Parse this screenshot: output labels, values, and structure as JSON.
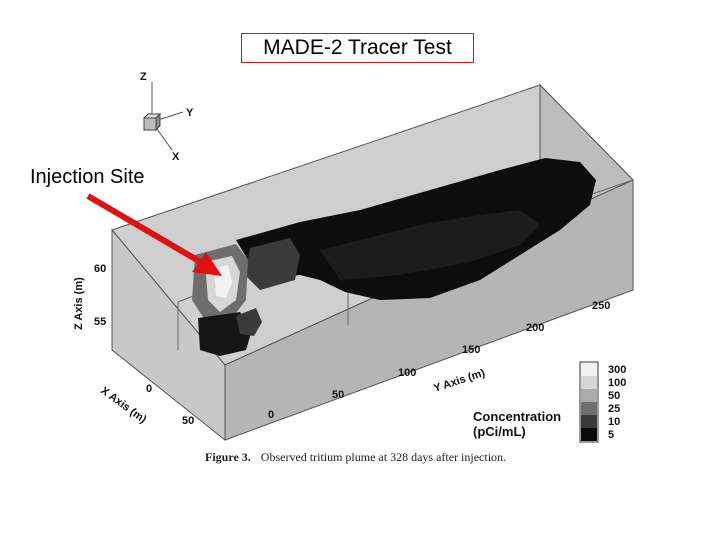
{
  "title": "MADE-2 Tracer Test",
  "callout": "Injection Site",
  "orientation": {
    "z": "Z",
    "y": "Y",
    "x": "X"
  },
  "axes": {
    "z_label": "Z Axis (m)",
    "y_label": "Y Axis (m)",
    "x_label": "X Axis (m)",
    "z_ticks": [
      "60",
      "55"
    ],
    "y_ticks": [
      "0",
      "50",
      "100",
      "150",
      "200",
      "250"
    ],
    "x_ticks": [
      "0",
      "50"
    ]
  },
  "legend": {
    "title_line1": "Concentration",
    "title_line2": "(pCi/mL)",
    "levels": [
      "300",
      "100",
      "50",
      "25",
      "10",
      "5"
    ],
    "colors": [
      "#f2f2f2",
      "#d6d6d6",
      "#ababab",
      "#6e6e6e",
      "#3a3a3a",
      "#0a0a0a"
    ]
  },
  "caption": {
    "label": "Figure 3.",
    "text": "Observed tritium plume at 328 days after injection."
  },
  "arrow_color": "#e01010"
}
